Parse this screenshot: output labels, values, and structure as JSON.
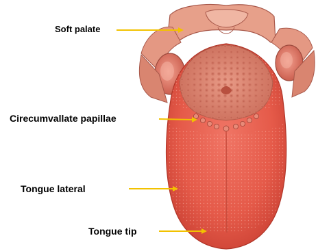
{
  "labels": {
    "soft_palate": "Soft palate",
    "circumvallate_papillae": "Cirecumvallate papillae",
    "tongue_lateral": "Tongue lateral",
    "tongue_tip": "Tongue tip"
  },
  "colors": {
    "arrow": "#f2c200",
    "tongue_body": "#e9584a",
    "tongue_edge": "#c8392f",
    "root_tissue": "#d98570",
    "palate_tissue": "#e7a08a",
    "background": "#ffffff"
  }
}
